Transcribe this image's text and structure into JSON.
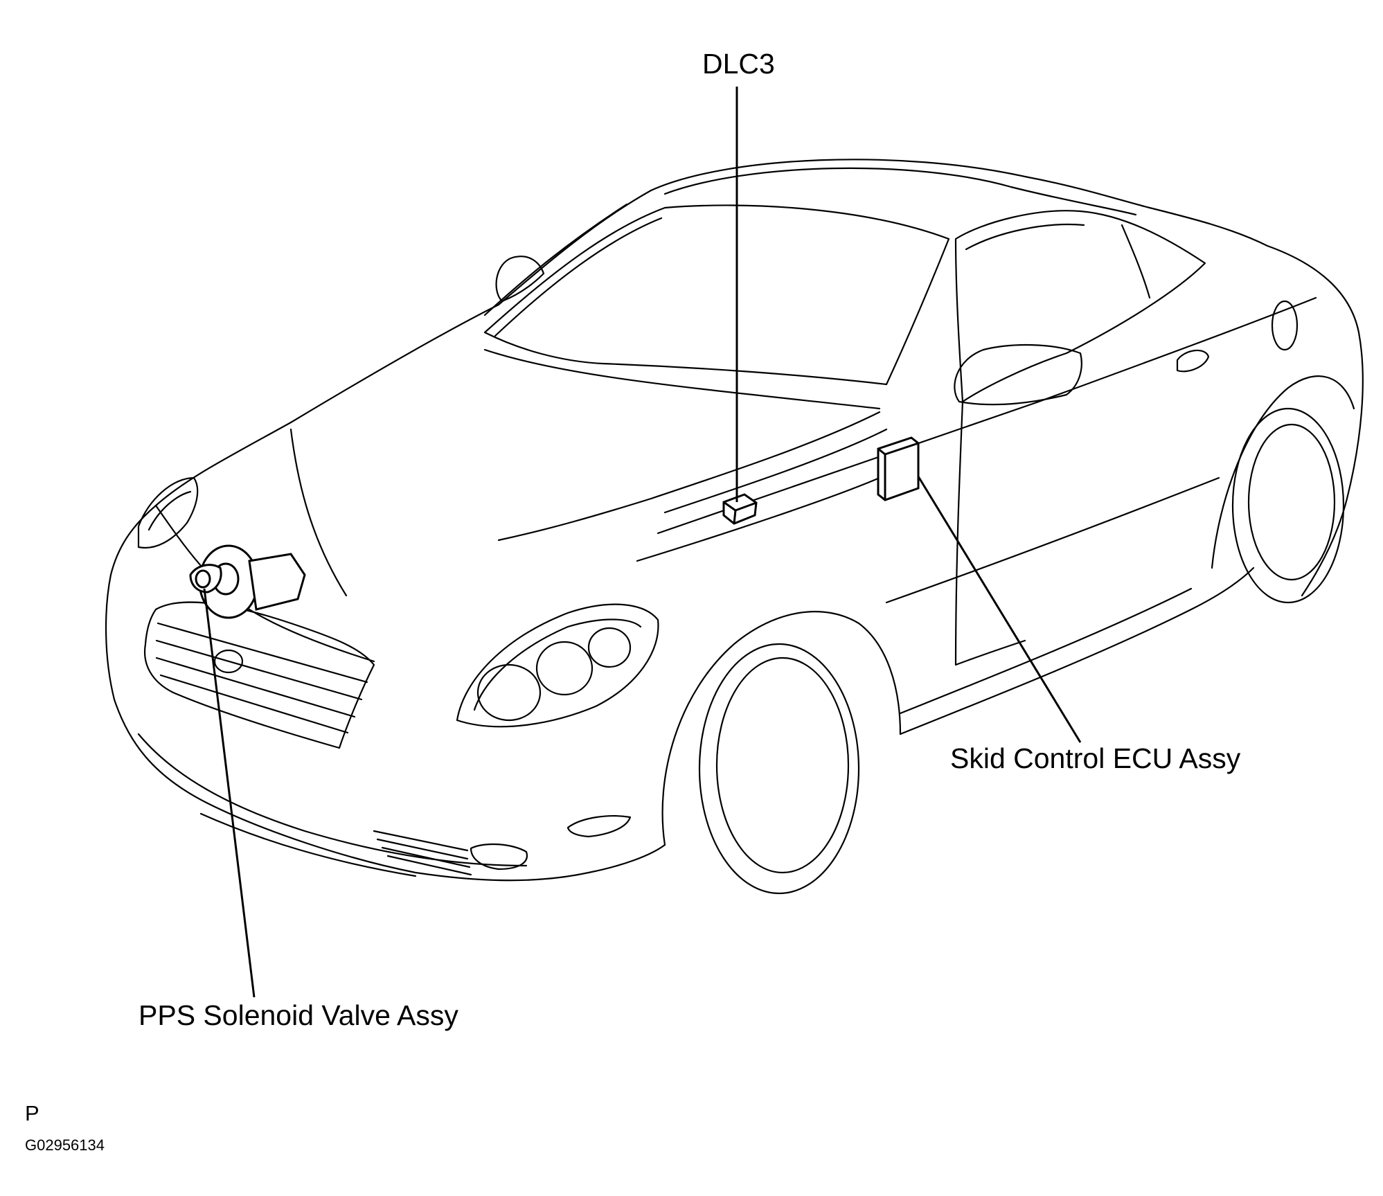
{
  "diagram": {
    "callouts": {
      "dlc3": "DLC3",
      "skid_control_ecu": "Skid Control ECU Assy",
      "pps_solenoid_valve": "PPS Solenoid Valve Assy"
    },
    "footer": {
      "view_letter": "P",
      "figure_code": "G02956134"
    }
  }
}
